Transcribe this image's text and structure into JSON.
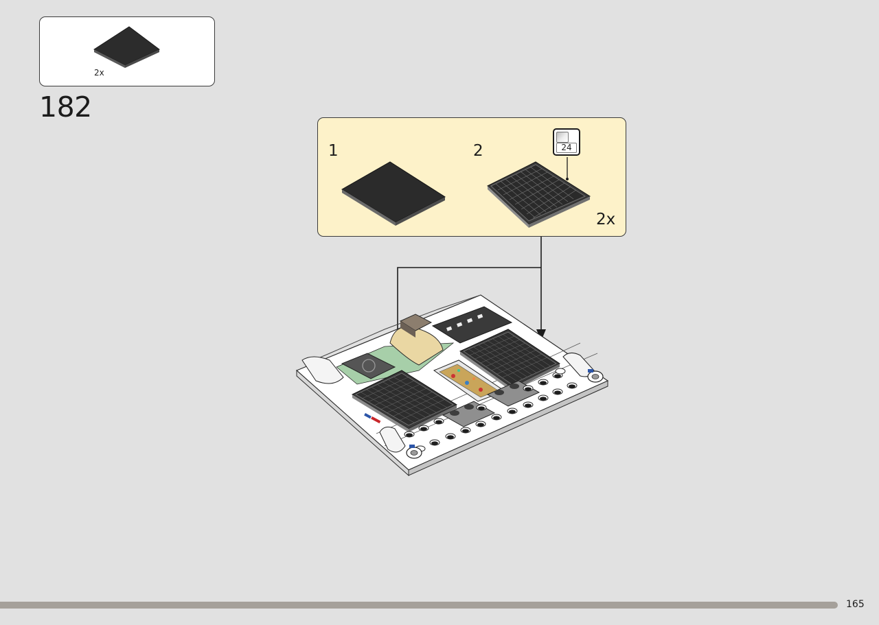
{
  "parts_list": {
    "quantity": "2x",
    "part_icon": "black-tile-4x4-icon"
  },
  "step": {
    "number": "182"
  },
  "sub_assembly": {
    "steps": [
      {
        "number": "1",
        "part_icon": "black-tile-4x4-icon"
      },
      {
        "number": "2",
        "part_icon": "gridded-sticker-tile-icon"
      }
    ],
    "sticker_tag": "24",
    "quantity": "2x"
  },
  "footer": {
    "page_number": "165"
  },
  "colors": {
    "background": "#e1e1e1",
    "sub_panel": "#fdf2c9",
    "progress_bar": "#a5a09a"
  }
}
